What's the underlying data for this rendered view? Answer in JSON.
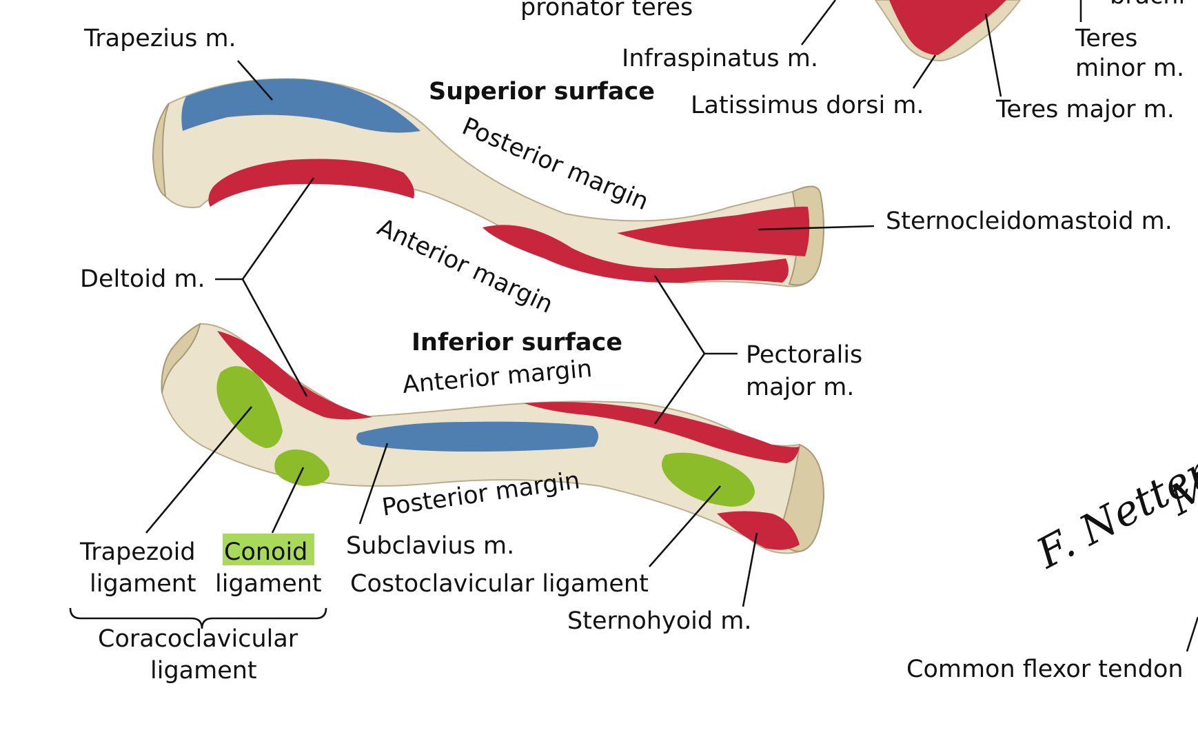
{
  "colors": {
    "muscle_origin_red": "#c8263d",
    "muscle_insertion_blue": "#4f7fb0",
    "ligament_green": "#8cbc2a",
    "bone": "#ece3cc",
    "highlight": "#a9d95a"
  },
  "headings": {
    "superior": "Superior surface",
    "inferior": "Inferior surface"
  },
  "margins": {
    "sup_posterior": "Posterior margin",
    "sup_anterior": "Anterior margin",
    "inf_anterior": "Anterior margin",
    "inf_posterior": "Posterior margin"
  },
  "labels": {
    "pronator_teres": "pronator teres",
    "trapezius": "Trapezius m.",
    "infraspinatus": "Infraspinatus m.",
    "latissimus": "Latissimus dorsi m.",
    "teres_minor_1": "Teres",
    "teres_minor_2": "minor m.",
    "teres_major": "Teres major m.",
    "sternocleidomastoid": "Sternocleidomastoid m.",
    "deltoid": "Deltoid m.",
    "pectoralis_1": "Pectoralis",
    "pectoralis_2": "major m.",
    "trapezoid_1": "Trapezoid",
    "trapezoid_2": "ligament",
    "conoid_1": "Conoid",
    "conoid_2": "ligament",
    "subclavius": "Subclavius m.",
    "costoclavicular": "Costoclavicular ligament",
    "sternohyoid": "Sternohyoid m.",
    "coracoclavicular_1": "Coracoclavicular",
    "coracoclavicular_2": "ligament",
    "common_flexor": "Common flexor tendon",
    "brachi_partial": "brachi"
  },
  "signature": {
    "name": "F. Netter",
    "suffix": "M.D."
  }
}
